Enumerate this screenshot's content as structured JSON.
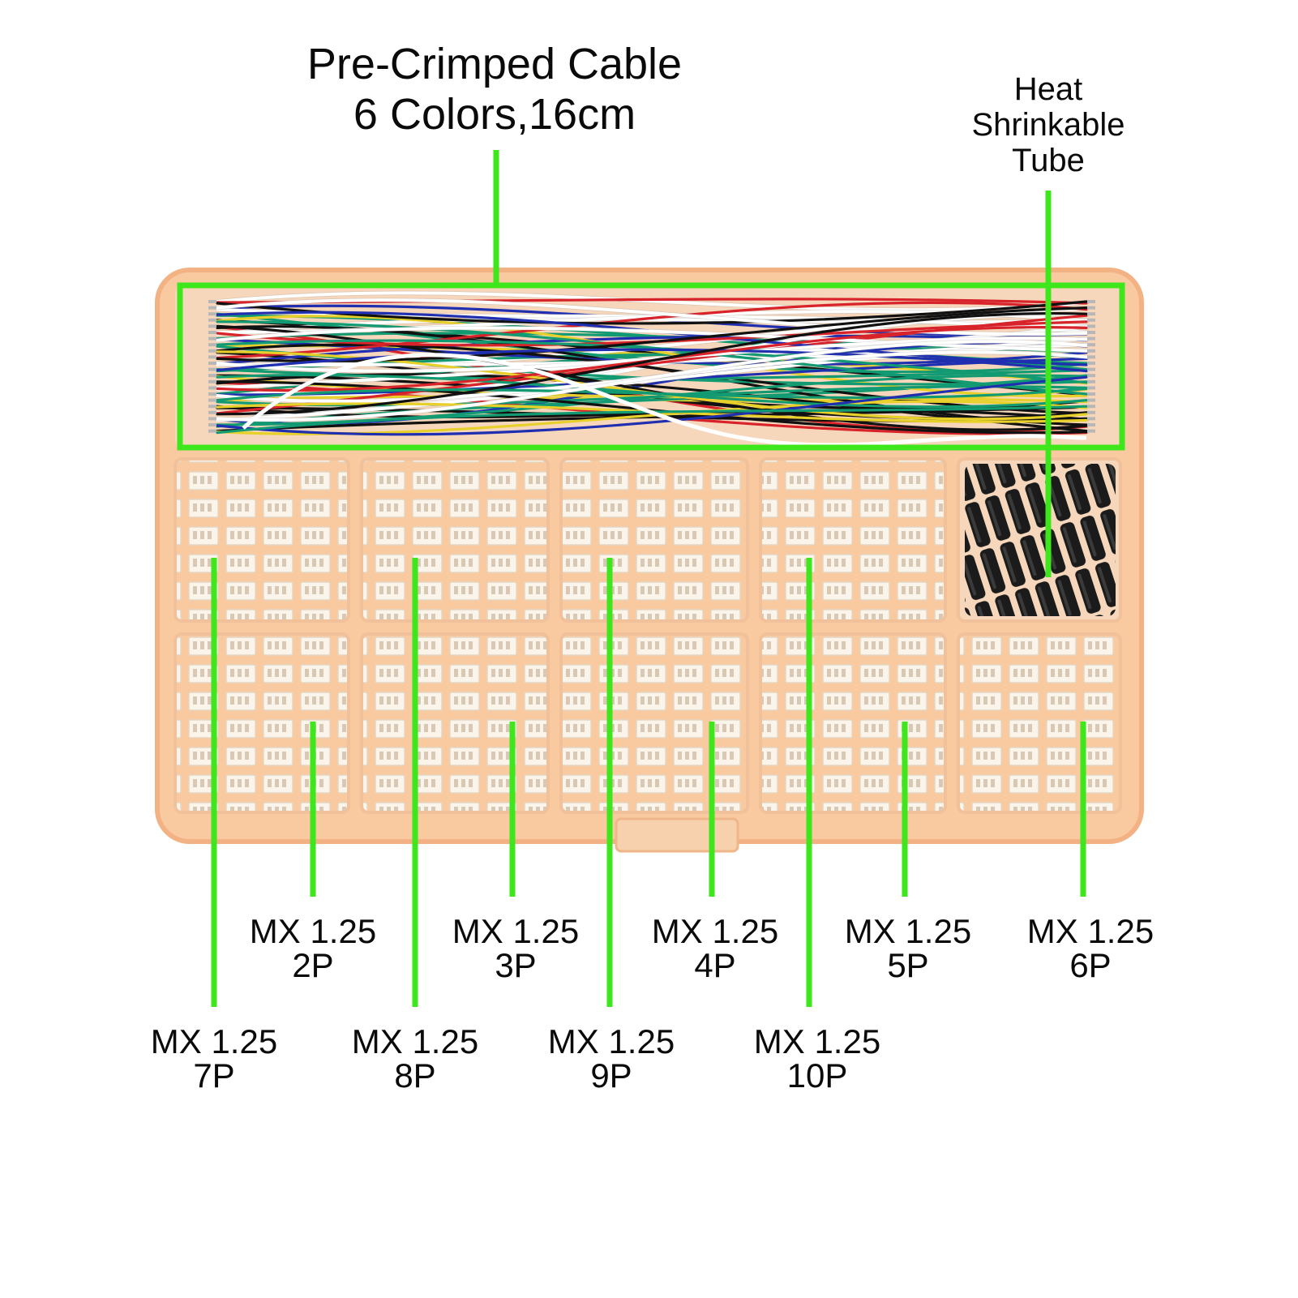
{
  "title": {
    "line1": "Pre-Crimped Cable",
    "line2": "6 Colors,16cm"
  },
  "heat_tube": {
    "line1": "Heat",
    "line2": "Shrinkable",
    "line3": "Tube"
  },
  "connectors": [
    {
      "line1": "MX 1.25",
      "line2": "2P"
    },
    {
      "line1": "MX 1.25",
      "line2": "3P"
    },
    {
      "line1": "MX 1.25",
      "line2": "4P"
    },
    {
      "line1": "MX 1.25",
      "line2": "5P"
    },
    {
      "line1": "MX 1.25",
      "line2": "6P"
    },
    {
      "line1": "MX 1.25",
      "line2": "7P"
    },
    {
      "line1": "MX 1.25",
      "line2": "8P"
    },
    {
      "line1": "MX 1.25",
      "line2": "9P"
    },
    {
      "line1": "MX 1.25",
      "line2": "10P"
    }
  ],
  "colors": {
    "callout_line": "#3ee61c",
    "box_fill": "#f9c9a0",
    "box_edge": "#f2b283",
    "label_text": "#0a0a0a",
    "wires": [
      "#ffffff",
      "#1f2fb0",
      "#129b72",
      "#e8d02a",
      "#111111",
      "#d8232a"
    ]
  }
}
